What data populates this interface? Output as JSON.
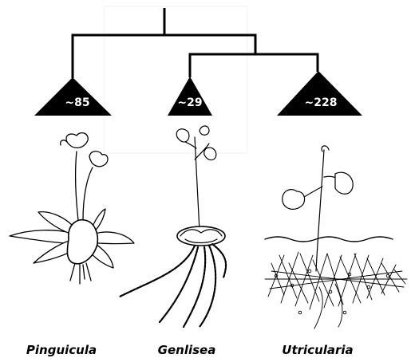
{
  "diagram": {
    "clades": [
      {
        "genus": "Pinguicula",
        "species_count": "~85"
      },
      {
        "genus": "Genlisea",
        "species_count": "~29"
      },
      {
        "genus": "Utricularia",
        "species_count": "~228"
      }
    ],
    "colors": {
      "ink": "#000000",
      "triangle": "#000000",
      "count_text": "#ffffff",
      "background": "#ffffff"
    }
  }
}
